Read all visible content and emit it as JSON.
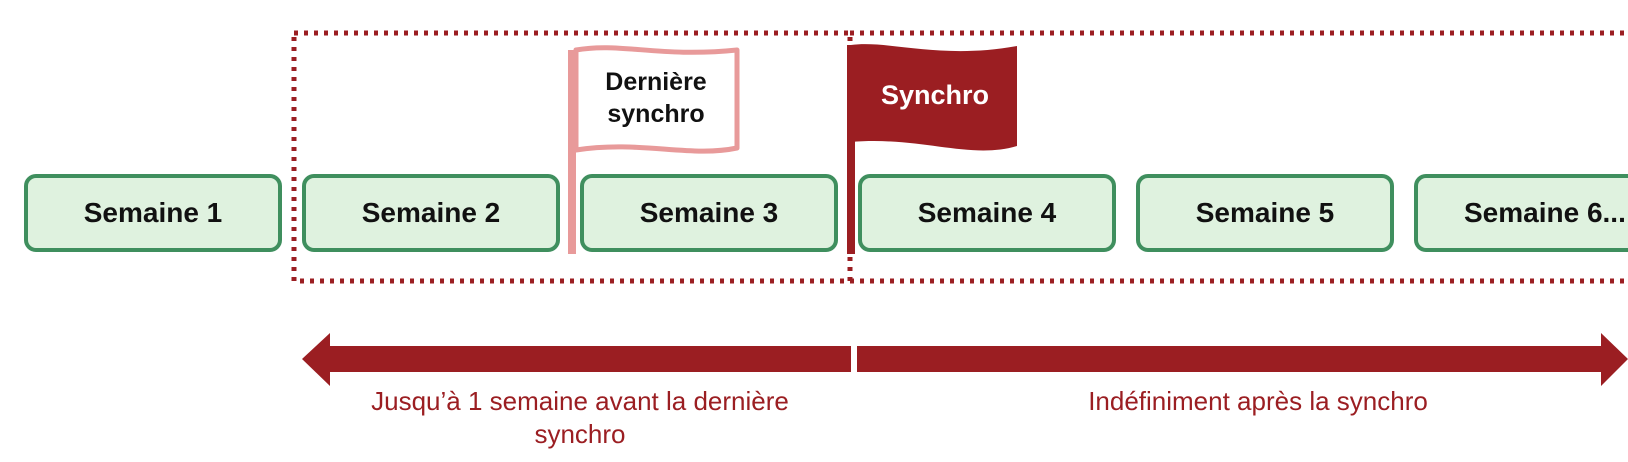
{
  "weeks": [
    {
      "label": "Semaine 1"
    },
    {
      "label": "Semaine 2"
    },
    {
      "label": "Semaine 3"
    },
    {
      "label": "Semaine 4"
    },
    {
      "label": "Semaine 5"
    },
    {
      "label": "Semaine 6..."
    }
  ],
  "flags": {
    "last_sync": {
      "line1": "Dernière",
      "line2": "synchro"
    },
    "sync": {
      "label": "Synchro"
    }
  },
  "captions": {
    "left": {
      "line1": "Jusqu’à 1 semaine avant la dernière",
      "line2": "synchro"
    },
    "right": "Indéfiniment après la synchro"
  },
  "colors": {
    "week_fill": "#dff2df",
    "week_border": "#3f8f5e",
    "accent": "#9b1e22",
    "last_sync_flag_outline": "#e8a0a0"
  }
}
